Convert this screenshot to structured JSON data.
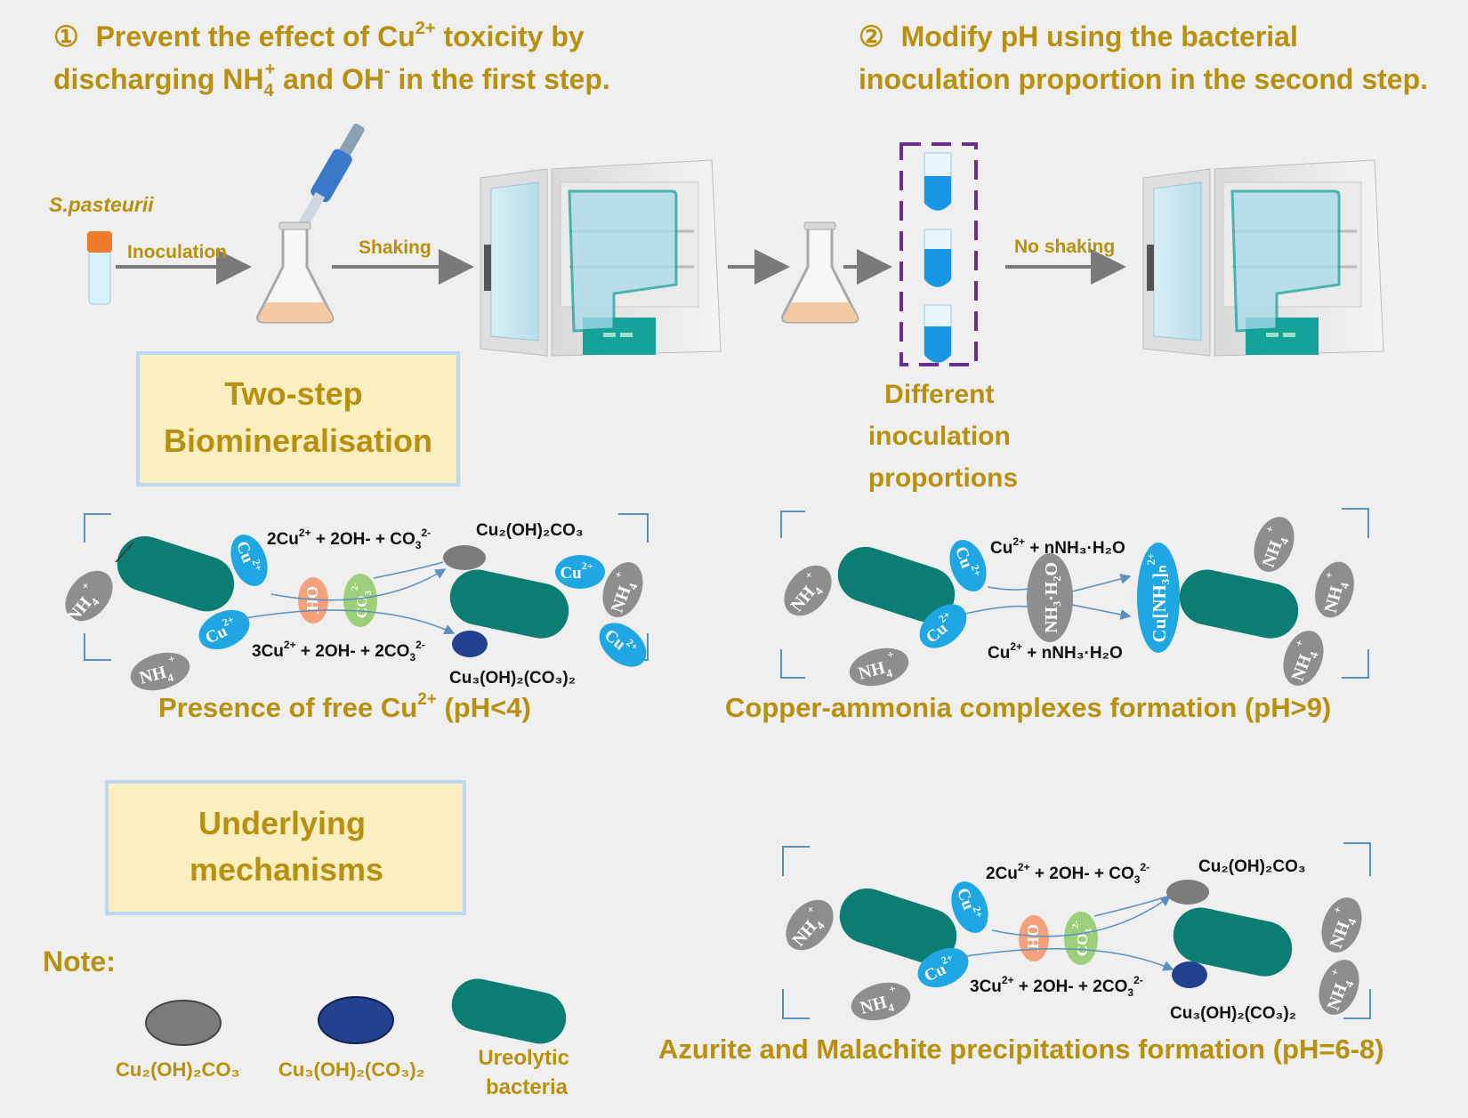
{
  "colors": {
    "gold": "#b8900e",
    "bacteria": "#0b7d73",
    "malachite": "#7c7c7c",
    "azurite": "#23418f",
    "copper_ion": "#1fa7e4",
    "hydroxide": "#f4a07a",
    "carbonate": "#9ccf7a",
    "ammonium": "#8e8e8e",
    "label_box": "#fbefc2"
  },
  "step1": {
    "circle": "①",
    "line1": "Prevent the effect of Cu",
    "sup": "2+",
    "line1_end": " toxicity by",
    "line2_a": "discharging NH",
    "line2_sub": "4",
    "line2_sup": "+",
    "line2_b": " and OH",
    "line2_sup2": "-",
    "line2_c": " in the first step."
  },
  "step2": {
    "circle": "②",
    "line1": "Modify pH using the bacterial",
    "line2": "inoculation proportion in the second step."
  },
  "process": {
    "organism": "S.pasteurii",
    "inoculation": "Inoculation",
    "shaking": "Shaking",
    "no_shaking": "No shaking",
    "different_proportions": [
      "Different",
      "inoculation",
      "proportions"
    ]
  },
  "boxes": {
    "two_step": [
      "Two-step",
      "Biomineralisation"
    ],
    "underlying": [
      "Underlying",
      "mechanisms"
    ]
  },
  "panel1": {
    "caption": "Presence of free Cu",
    "caption_sup": "2+",
    "caption_end": " (pH<4)",
    "eq_top": [
      "2Cu",
      "2+",
      " + 2OH- + CO",
      "3",
      "2-"
    ],
    "eq_bottom": [
      "3Cu",
      "2+",
      " + 2OH- + 2CO",
      "3",
      "2-"
    ],
    "product_top": "Cu₂(OH)₂CO₃",
    "product_bottom": "Cu₃(OH)₂(CO₃)₂"
  },
  "panel2": {
    "caption": "Copper-ammonia complexes formation (pH>9)",
    "eq_top": [
      "Cu",
      "2+",
      " + nNH₃·H₂O"
    ],
    "eq_bottom": [
      "Cu",
      "2+",
      " + nNH₃·H₂O"
    ],
    "nh3": "NH₃·H₂O",
    "complex": "Cu[NH₃]ₙ",
    "complex_sup": "2+"
  },
  "panel3": {
    "caption": "Azurite and Malachite precipitations formation (pH=6-8)",
    "eq_top": [
      "2Cu",
      "2+",
      " + 2OH- + CO",
      "3",
      "2-"
    ],
    "eq_bottom": [
      "3Cu",
      "2+",
      " + 2OH- + 2CO",
      "3",
      "2-"
    ],
    "product_top": "Cu₂(OH)₂CO₃",
    "product_bottom": "Cu₃(OH)₂(CO₃)₂"
  },
  "ions": {
    "cu": "Cu",
    "cu_sup": "2+",
    "nh": "NH",
    "nh_sub": "4",
    "nh_sup": "+",
    "oh": "OH",
    "oh_sup": "-",
    "co": "CO",
    "co_sub": "3",
    "co_sup": "2-"
  },
  "note": {
    "title": "Note:",
    "malachite": "Cu₂(OH)₂CO₃",
    "azurite": "Cu₃(OH)₂(CO₃)₂",
    "bacteria": [
      "Ureolytic",
      "bacteria"
    ]
  }
}
